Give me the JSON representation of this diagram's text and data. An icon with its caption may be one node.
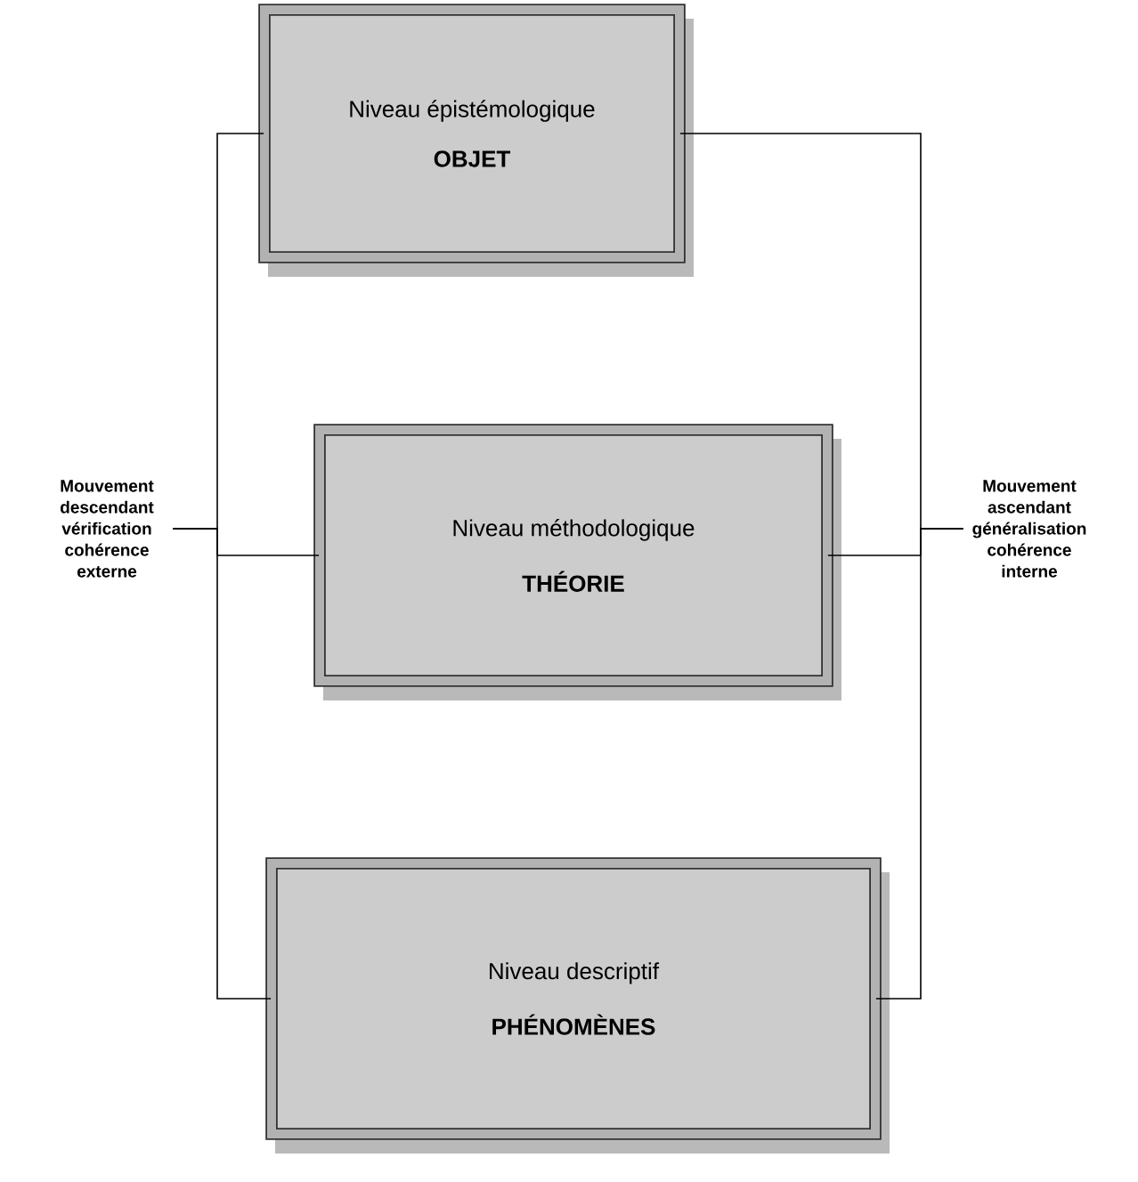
{
  "diagram": {
    "nodes": [
      {
        "text": [
          "Niveau épistémologique",
          "OBJET"
        ]
      },
      {
        "text": [
          "Niveau méthodologique",
          "THÉORIE"
        ]
      },
      {
        "text": [
          "Niveau descriptif",
          "PHÉNOMÈNES"
        ]
      },
      {
        "text": [
          "Mouvement descendant vérification cohérence externe"
        ]
      },
      {
        "text": [
          "Mouvement ascendant généralisation cohérence interne"
        ]
      }
    ],
    "edges": [
      {
        "from": 3,
        "to": 0,
        "arrow": "none"
      },
      {
        "from": 3,
        "to": 1,
        "arrow": "none"
      },
      {
        "from": 3,
        "to": 2,
        "arrow": "none"
      },
      {
        "from": 4,
        "to": 0,
        "arrow": "none"
      },
      {
        "from": 4,
        "to": 1,
        "arrow": "none"
      },
      {
        "from": 4,
        "to": 2,
        "arrow": "none"
      }
    ]
  }
}
